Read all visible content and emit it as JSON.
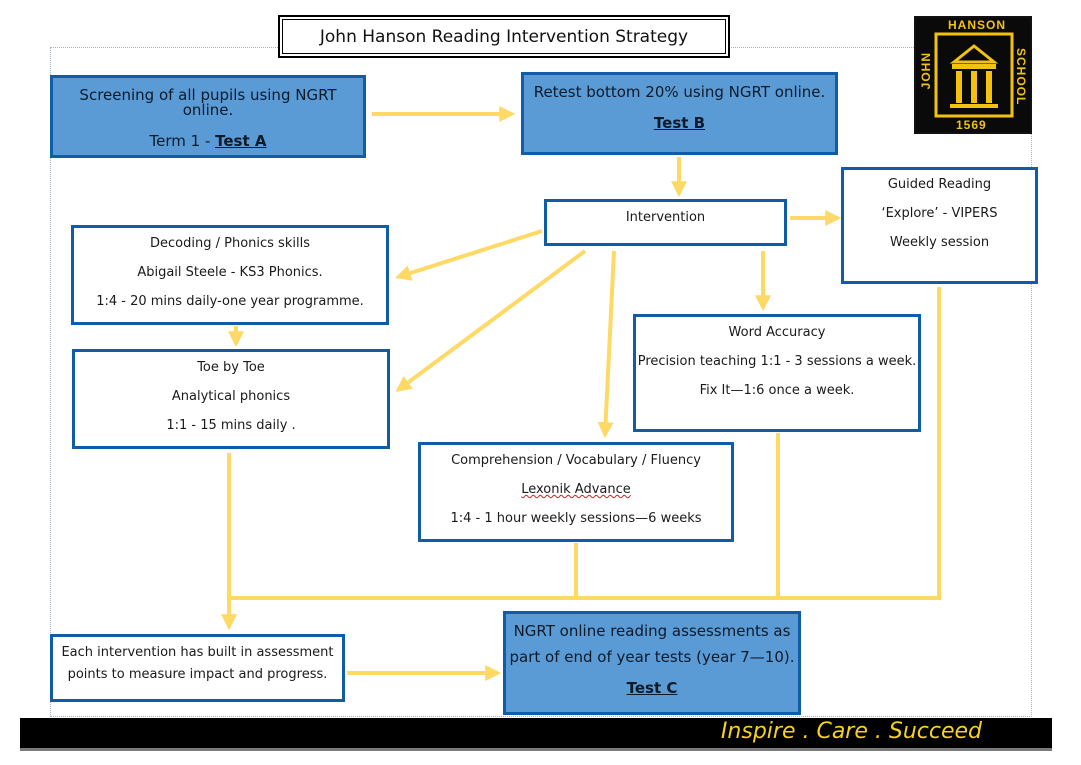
{
  "title": "John Hanson Reading Intervention Strategy",
  "logo": {
    "top": "HANSON",
    "left": "JOHN",
    "right": "SCHOOL",
    "year": "1569"
  },
  "boxes": {
    "screening": {
      "line1": "Screening of all pupils using NGRT online.",
      "line2_prefix": "Term 1 - ",
      "line2_link": "Test A"
    },
    "retest": {
      "line1": "Retest bottom 20% using NGRT online.",
      "line2_link": "Test B"
    },
    "intervention": {
      "label": "Intervention"
    },
    "guided": {
      "line1": "Guided Reading",
      "line2": "‘Explore’ - VIPERS",
      "line3": "Weekly session"
    },
    "decoding": {
      "line1": "Decoding / Phonics skills",
      "line2": "Abigail Steele - KS3 Phonics.",
      "line3": "1:4 - 20 mins daily-one year programme."
    },
    "toe": {
      "line1": "Toe by Toe",
      "line2": "Analytical phonics",
      "line3": "1:1 - 15 mins daily ."
    },
    "word": {
      "line1": "Word Accuracy",
      "line2": "Precision teaching 1:1 - 3 sessions a week.",
      "line3": "Fix It—1:6 once a week."
    },
    "comprehension": {
      "line1": "Comprehension / Vocabulary / Fluency",
      "line2": "Lexonik Advance",
      "line3": "1:4 - 1 hour weekly sessions—6 weeks"
    },
    "each": {
      "line1": "Each intervention has built in assessment",
      "line2": "points to measure impact and progress."
    },
    "ngrt": {
      "line1": "NGRT online reading assessments as",
      "line2": "part of end of year tests (year 7—10).",
      "line3_link": "Test C"
    }
  },
  "footer": {
    "tagline": "Inspire . Care . Succeed"
  },
  "colors": {
    "box_border": "#0f5da8",
    "box_fill_blue": "#5b9bd5",
    "arrow": "#ffd966",
    "tagline": "#f5d21b"
  }
}
